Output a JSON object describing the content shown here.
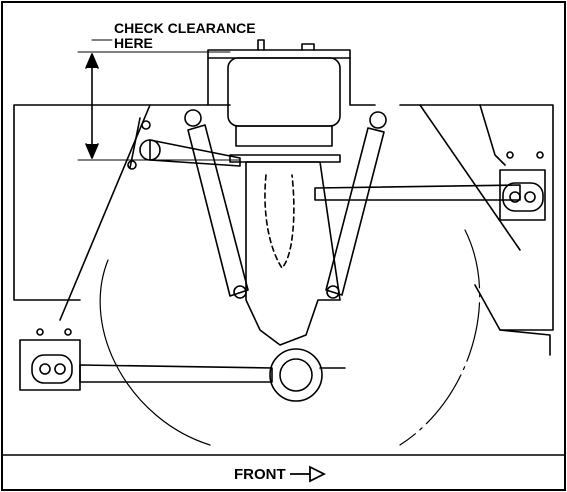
{
  "callout": {
    "line1": "CHECK CLEARANCE",
    "line2": "HERE"
  },
  "footer": {
    "direction_label": "FRONT",
    "arrow_icon": "right-arrow-icon"
  },
  "colors": {
    "ink": "#000000",
    "paper": "#ffffff"
  }
}
